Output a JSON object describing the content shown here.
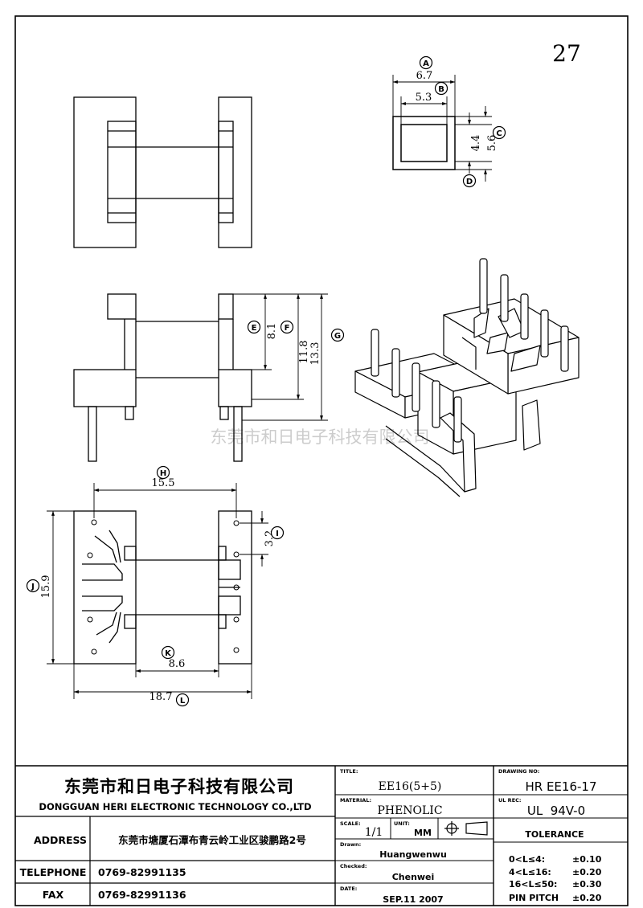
{
  "page_number": "27",
  "watermark": "东莞市和日电子科技有限公司",
  "dimensions": {
    "a": "6.7",
    "b": "5.3",
    "c": "4.4",
    "d": "5.6",
    "e": "8.1",
    "f": "11.8",
    "g": "13.3",
    "h": "15.5",
    "i": "3.2",
    "j": "15.9",
    "k": "8.6",
    "l": "18.7"
  },
  "callouts": {
    "a": "A",
    "b": "B",
    "c": "C",
    "d": "D",
    "e": "E",
    "f": "F",
    "g": "G",
    "h": "H",
    "i": "I",
    "j": "J",
    "k": "K",
    "l": "L"
  },
  "title_block": {
    "company_cn": "东莞市和日电子科技有限公司",
    "company_en": "DONGGUAN HERI ELECTRONIC TECHNOLOGY CO.,LTD",
    "address_label": "ADDRESS",
    "address": "东莞市塘厦石潭布青云岭工业区骏鹏路2号",
    "telephone_label": "TELEPHONE",
    "telephone": "0769-82991135",
    "fax_label": "FAX",
    "fax": "0769-82991136",
    "title_label": "TITLE:",
    "title": "EE16(5+5)",
    "material_label": "MATERIAL:",
    "material": "PHENOLIC",
    "scale_label": "SCALE:",
    "scale": "1/1",
    "unit_label": "UNIT:",
    "unit": "MM",
    "drawn_label": "Drawn:",
    "drawn": "Huangwenwu",
    "checked_label": "Checked:",
    "checked": "Chenwei",
    "date_label": "DATE:",
    "date": "SEP.11 2007",
    "drawing_no_label": "DRAWING NO:",
    "drawing_no": "HR EE16-17",
    "ul_label": "UL REC:",
    "ul": "UL  94V-0",
    "tolerance_label": "TOLERANCE",
    "tolerances": [
      {
        "range": "0<L≤4:",
        "value": "±0.10"
      },
      {
        "range": "4<L≤16:",
        "value": "±0.20"
      },
      {
        "range": "16<L≤50:",
        "value": "±0.30"
      },
      {
        "range": "PIN PITCH",
        "value": "±0.20"
      }
    ]
  }
}
